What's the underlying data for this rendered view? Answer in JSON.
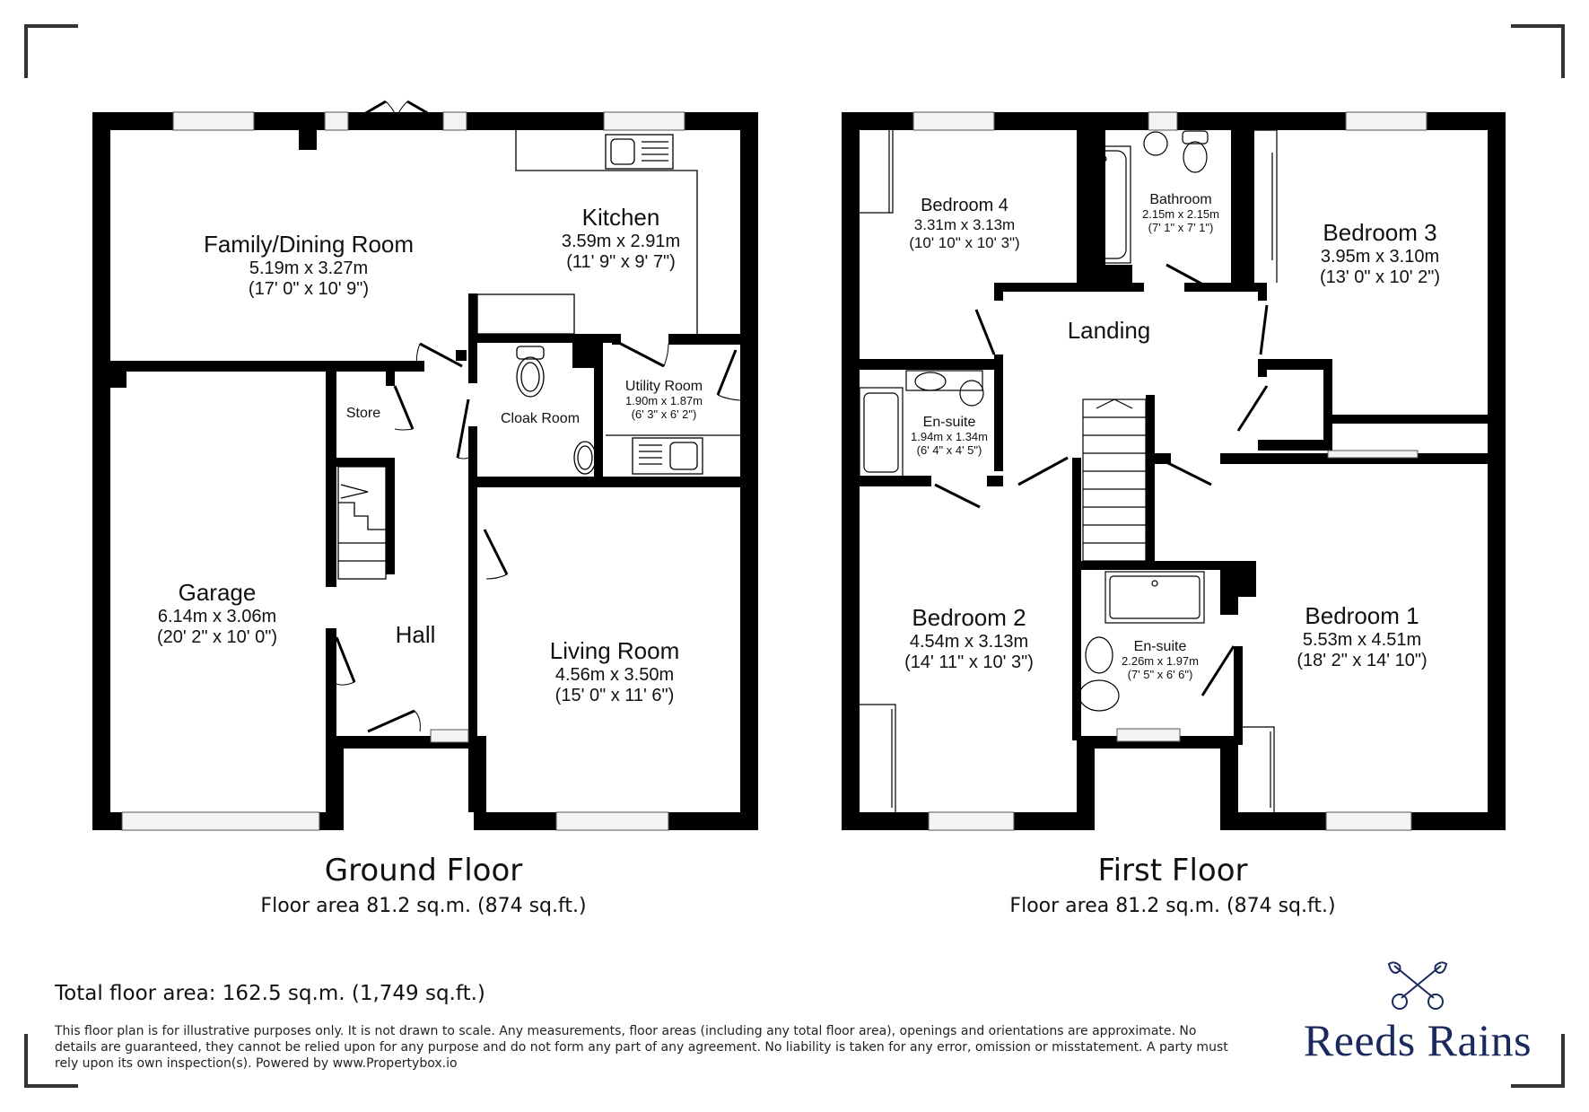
{
  "ground_floor": {
    "title": "Ground Floor",
    "area": "Floor area 81.2 sq.m. (874 sq.ft.)",
    "rooms": {
      "family_dining": {
        "name": "Family/Dining Room",
        "metric": "5.19m x 3.27m",
        "imperial": "(17' 0\" x 10' 9\")"
      },
      "kitchen": {
        "name": "Kitchen",
        "metric": "3.59m x 2.91m",
        "imperial": "(11' 9\" x 9' 7\")"
      },
      "store": {
        "name": "Store"
      },
      "cloak_room": {
        "name": "Cloak Room"
      },
      "utility_room": {
        "name": "Utility Room",
        "metric": "1.90m x 1.87m",
        "imperial": "(6' 3\" x 6' 2\")"
      },
      "garage": {
        "name": "Garage",
        "metric": "6.14m x 3.06m",
        "imperial": "(20' 2\" x 10' 0\")"
      },
      "hall": {
        "name": "Hall"
      },
      "living_room": {
        "name": "Living Room",
        "metric": "4.56m x 3.50m",
        "imperial": "(15' 0\" x 11' 6\")"
      }
    }
  },
  "first_floor": {
    "title": "First Floor",
    "area": "Floor area 81.2 sq.m. (874 sq.ft.)",
    "rooms": {
      "bedroom4": {
        "name": "Bedroom 4",
        "metric": "3.31m x 3.13m",
        "imperial": "(10' 10\" x 10' 3\")"
      },
      "bathroom": {
        "name": "Bathroom",
        "metric": "2.15m x 2.15m",
        "imperial": "(7' 1\" x 7' 1\")"
      },
      "bedroom3": {
        "name": "Bedroom 3",
        "metric": "3.95m x 3.10m",
        "imperial": "(13' 0\" x 10' 2\")"
      },
      "landing": {
        "name": "Landing"
      },
      "ensuite_small": {
        "name": "En-suite",
        "metric": "1.94m x 1.34m",
        "imperial": "(6' 4\" x 4' 5\")"
      },
      "bedroom2": {
        "name": "Bedroom 2",
        "metric": "4.54m x 3.13m",
        "imperial": "(14' 11\" x 10' 3\")"
      },
      "ensuite_main": {
        "name": "En-suite",
        "metric": "2.26m x 1.97m",
        "imperial": "(7' 5\" x 6' 6\")"
      },
      "bedroom1": {
        "name": "Bedroom 1",
        "metric": "5.53m x 4.51m",
        "imperial": "(18' 2\" x 14' 10\")"
      }
    }
  },
  "footer": {
    "total_area": "Total floor area: 162.5 sq.m. (1,749 sq.ft.)",
    "disclaimer": "This floor plan is for illustrative purposes only. It is not drawn to scale. Any measurements, floor areas (including any total floor area), openings and orientations are approximate. No details are guaranteed, they cannot be relied upon for any purpose and do not form any part of any agreement. No liability is taken for any error, omission or misstatement. A party must rely upon its own inspection(s). Powered by www.Propertybox.io",
    "brand_name": "Reeds Rains",
    "brand_icon": "crossed-keys-icon",
    "brand_color": "#1b2a5e"
  },
  "colors": {
    "wall": "#000000",
    "fixture_stroke": "#333333",
    "window_fill": "#f0f0f0"
  }
}
